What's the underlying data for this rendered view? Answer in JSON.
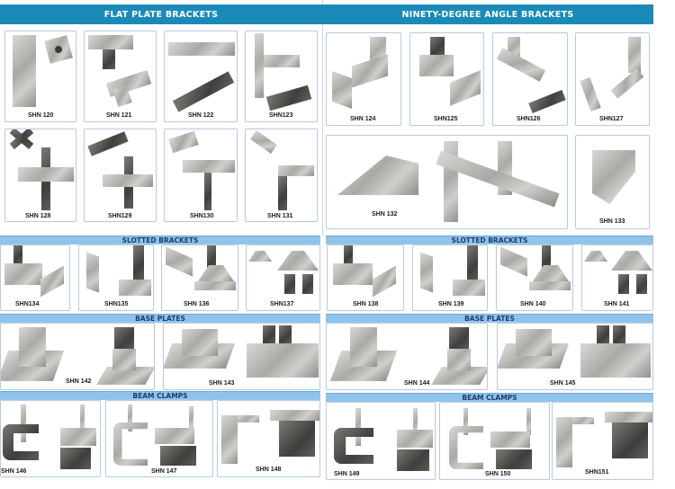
{
  "sections": {
    "flat_plate": {
      "title": "FLAT PLATE BRACKETS",
      "items": [
        {
          "code": "SHN 120"
        },
        {
          "code": "SHN 121"
        },
        {
          "code": "SHN 122"
        },
        {
          "code": "SHN123"
        },
        {
          "code": "SHN 128"
        },
        {
          "code": "SHN129"
        },
        {
          "code": "SHN130"
        },
        {
          "code": "SHN 131"
        }
      ]
    },
    "ninety_degree": {
      "title": "NINETY-DEGREE ANGLE BRACKETS",
      "items": [
        {
          "code": "SHN 124"
        },
        {
          "code": "SHN125"
        },
        {
          "code": "SHN126"
        },
        {
          "code": "SHN127"
        },
        {
          "code": "SHN 132"
        },
        {
          "code": "SHN 133"
        }
      ]
    },
    "slotted_left": {
      "title": "SLOTTED BRACKETS",
      "items": [
        {
          "code": "SHN134"
        },
        {
          "code": "SHN135"
        },
        {
          "code": "SHN 136"
        },
        {
          "code": "SHN137"
        }
      ]
    },
    "slotted_right": {
      "title": "SLOTTED BRACKETS",
      "items": [
        {
          "code": "SHN 138"
        },
        {
          "code": "SHN 139"
        },
        {
          "code": "SHN 140"
        },
        {
          "code": "SHN 141"
        }
      ]
    },
    "base_left": {
      "title": "BASE PLATES",
      "items": [
        {
          "code": "SHN 142"
        },
        {
          "code": "SHN 143"
        }
      ]
    },
    "base_right": {
      "title": "BASE PLATES",
      "items": [
        {
          "code": "SHN 144"
        },
        {
          "code": "SHN 145"
        }
      ]
    },
    "clamps_left": {
      "title": "BEAM CLAMPS",
      "items": [
        {
          "code": "SHN 146"
        },
        {
          "code": "SHN 147"
        },
        {
          "code": "SHN 148"
        }
      ]
    },
    "clamps_right": {
      "title": "BEAM CLAMPS",
      "items": [
        {
          "code": "SHN 149"
        },
        {
          "code": "SHN 150"
        },
        {
          "code": "SHN151"
        }
      ]
    }
  },
  "colors": {
    "main_header": "#1a8ab8",
    "sub_header": "#8fc3ea",
    "card_border": "#b9cbe0"
  }
}
